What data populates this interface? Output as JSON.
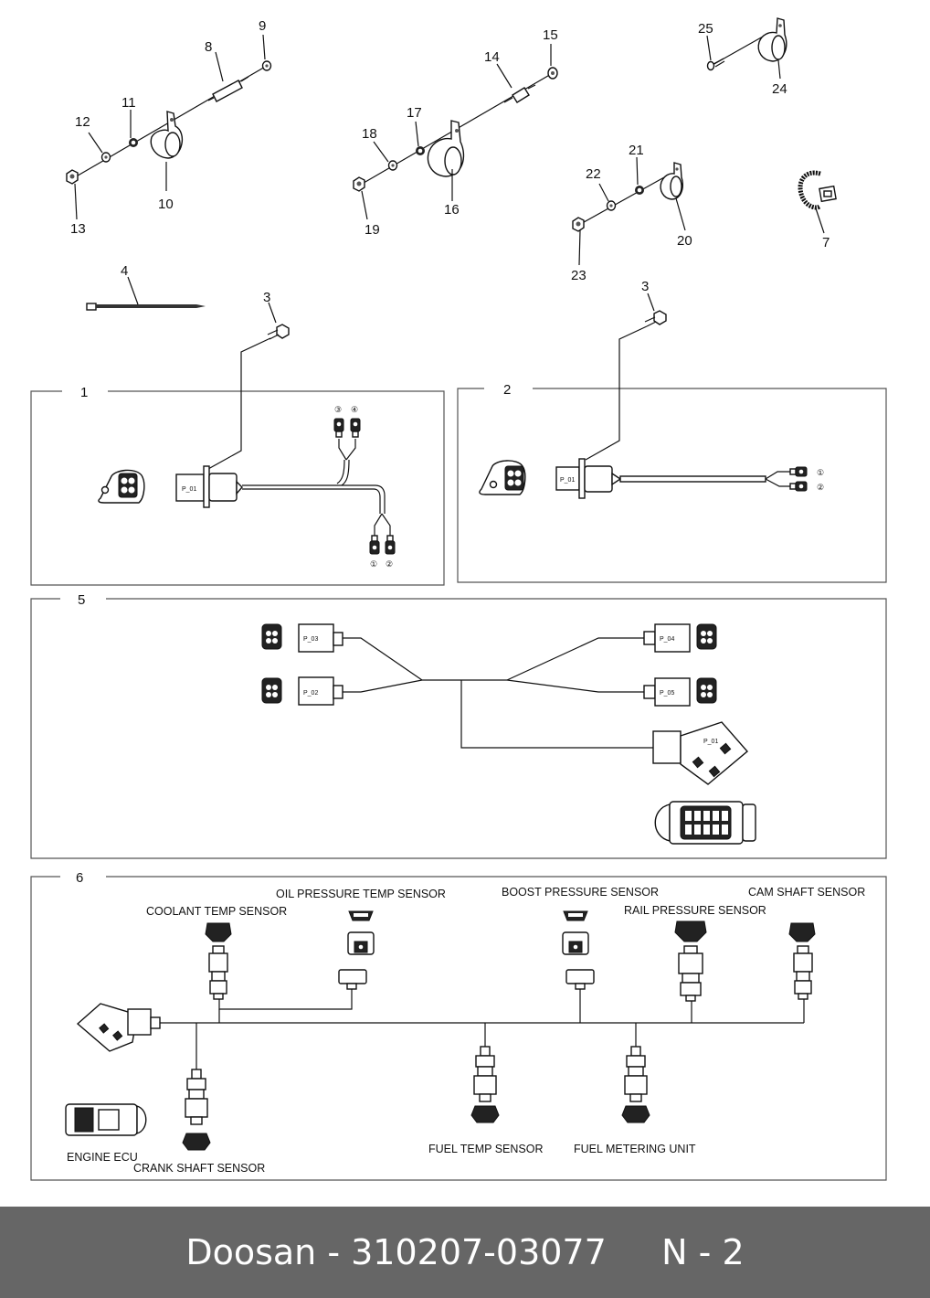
{
  "diagram": {
    "callouts": {
      "c1": "1",
      "c2": "2",
      "c3a": "3",
      "c3b": "3",
      "c4": "4",
      "c5": "5",
      "c6": "6",
      "c7": "7",
      "c8": "8",
      "c9": "9",
      "c10": "10",
      "c11": "11",
      "c12": "12",
      "c13": "13",
      "c14": "14",
      "c15": "15",
      "c16": "16",
      "c17": "17",
      "c18": "18",
      "c19": "19",
      "c20": "20",
      "c21": "21",
      "c22": "22",
      "c23": "23",
      "c24": "24",
      "c25": "25"
    },
    "connector_labels": {
      "g1": "P_01",
      "g2": "P_01",
      "p03": "P_03",
      "p02": "P_02",
      "p04": "P_04",
      "p05": "P_05",
      "p01": "P_01"
    },
    "pin_marks": {
      "g1_top": [
        "③",
        "④"
      ],
      "g1_bottom": [
        "①",
        "②"
      ],
      "g2": [
        "①",
        "②"
      ]
    },
    "sensors": {
      "coolant": "COOLANT TEMP SENSOR",
      "oil": "OIL PRESSURE TEMP SENSOR",
      "boost": "BOOST PRESSURE SENSOR",
      "rail": "RAIL PRESSURE SENSOR",
      "cam": "CAM SHAFT SENSOR",
      "ecu": "ENGINE ECU",
      "crank": "CRANK SHAFT SENSOR",
      "fuel_temp": "FUEL TEMP SENSOR",
      "fuel_meter": "FUEL METERING UNIT"
    }
  },
  "footer": {
    "brand": "Doosan",
    "part_number": "310207-03077",
    "page": "N - 2",
    "text": "Doosan - 310207-03077     N - 2"
  },
  "colors": {
    "footer_bg": "#666666",
    "footer_text": "#ffffff",
    "line": "#111111"
  }
}
